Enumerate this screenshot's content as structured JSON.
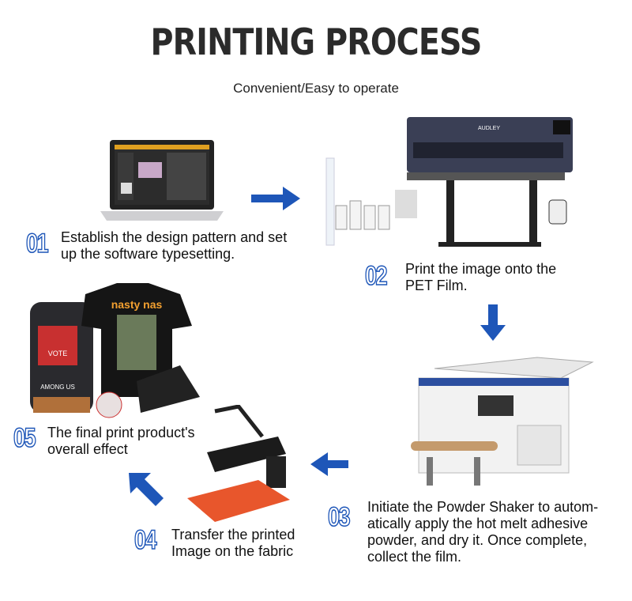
{
  "title": "PRINTING PROCESS",
  "subtitle": "Convenient/Easy to operate",
  "steps": [
    {
      "number": "01",
      "text": "Establish the design pattern and set up the software typesetting."
    },
    {
      "number": "02",
      "text": "Print the image onto the PET Film."
    },
    {
      "number": "03",
      "text": "Initiate the Powder Shaker to autom-atically apply the hot melt adhesive powder, and dry it. Once complete, collect the film."
    },
    {
      "number": "04",
      "text": "Transfer the printed Image on the fabric"
    },
    {
      "number": "05",
      "text": "The final print product's overall effect"
    }
  ],
  "image_labels": {
    "printer_brand": "AUDLEY",
    "tshirt_print": "nasty nas",
    "bag_badge": "VOTE",
    "bag_text": "AMONG US"
  },
  "colors": {
    "accent": "#1e56b8",
    "title": "#2b2b2b"
  }
}
